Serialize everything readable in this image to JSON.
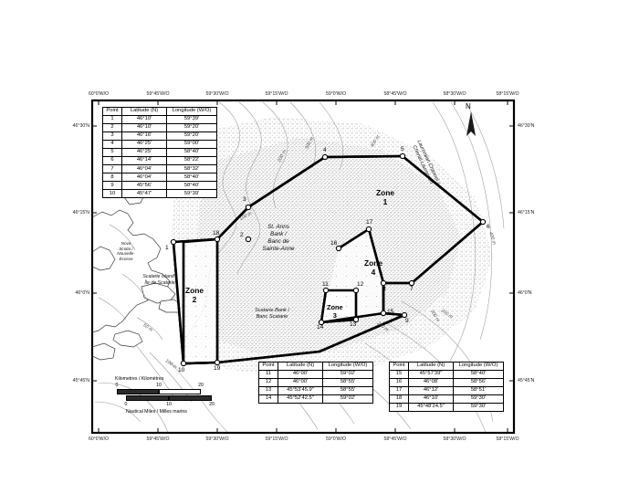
{
  "figure": {
    "title": "St. Anns Bank Marine Protected Area zone map",
    "north_arrow_label": "N"
  },
  "axes": {
    "top_labels": [
      "60°0'W/O",
      "59°45'W/O",
      "59°30'W/O",
      "59°15'W/O",
      "59°0'W/O",
      "58°45'W/O",
      "58°30'W/O",
      "58°15'W/O"
    ],
    "bottom_labels": [
      "60°0'W/O",
      "59°45'W/O",
      "59°30'W/O",
      "59°15'W/O",
      "59°0'W/O",
      "58°45'W/O",
      "58°30'W/O",
      "58°15'W/O"
    ],
    "left_labels": [
      "46°30'N",
      "46°15'N",
      "46°0'N",
      "45°45'N"
    ],
    "right_labels": [
      "46°30'N",
      "46°15'N",
      "46°0'N",
      "45°45'N"
    ]
  },
  "place_names": [
    {
      "name": "nova-scotia",
      "text": "Nova\nScotia /\nNouvelle-\nÉcosse"
    },
    {
      "name": "scatarie-island",
      "text": "Scatarie Island /\nÎle de Scatarie"
    },
    {
      "name": "st-anns-bank",
      "text": "St. Anns\nBank /\nBanc de\nSainte-Anne"
    },
    {
      "name": "scatarie-bank",
      "text": "Scatarie Bank /\nBanc Scatarie"
    },
    {
      "name": "laurentian-channel",
      "text": "Laurentian Channel /\nChenal Laurentien"
    }
  ],
  "zones": [
    {
      "name": "zone-1",
      "label": "Zone",
      "number": "1"
    },
    {
      "name": "zone-2",
      "label": "Zone",
      "number": "2"
    },
    {
      "name": "zone-3",
      "label": "Zone",
      "number": "3"
    },
    {
      "name": "zone-4",
      "label": "Zone",
      "number": "4"
    }
  ],
  "point_labels": [
    "1",
    "2",
    "3",
    "4",
    "5",
    "6",
    "7",
    "8",
    "9",
    "10",
    "11",
    "12",
    "13",
    "14",
    "15",
    "16",
    "17",
    "18",
    "19"
  ],
  "contours": [
    {
      "name": "contour-100m-a",
      "text": "100 m"
    },
    {
      "name": "contour-200m-a",
      "text": "200 m"
    },
    {
      "name": "contour-300m-a",
      "text": "300 m"
    },
    {
      "name": "contour-400m-a",
      "text": "400 m"
    },
    {
      "name": "contour-200m-b",
      "text": "200 m"
    },
    {
      "name": "contour-300m-b",
      "text": "300 m"
    },
    {
      "name": "contour-400m-b",
      "text": "400 m"
    },
    {
      "name": "contour-100m-b",
      "text": "100 m"
    },
    {
      "name": "contour-200m-c",
      "text": "200 m"
    },
    {
      "name": "contour-100m-c",
      "text": "100 m"
    },
    {
      "name": "contour-50m",
      "text": "50 m"
    }
  ],
  "tables": {
    "headers": [
      "Point",
      "Latitude (N)",
      "Longitude (W/O)"
    ],
    "main": [
      [
        "1",
        "46°10'",
        "59°39'"
      ],
      [
        "2",
        "46°10'",
        "59°20'"
      ],
      [
        "3",
        "46°16'",
        "59°20'"
      ],
      [
        "4",
        "46°25'",
        "59°00'"
      ],
      [
        "5",
        "46°25'",
        "58°40'"
      ],
      [
        "6",
        "46°14'",
        "58°22'"
      ],
      [
        "7",
        "46°04'",
        "58°32'"
      ],
      [
        "8",
        "46°04'",
        "58°40'"
      ],
      [
        "9",
        "45°56'",
        "58°40'"
      ],
      [
        "10",
        "45°47'",
        "59°39'"
      ]
    ],
    "secondary": [
      [
        "11",
        "46°00'",
        "59°02'"
      ],
      [
        "12",
        "46°00'",
        "58°55'"
      ],
      [
        "13",
        "45°53'45.9\"",
        "58°55'"
      ],
      [
        "14",
        "45°52'42.5\"",
        "59°02'"
      ]
    ],
    "tertiary": [
      [
        "15",
        "45°57'39\"",
        "58°40'"
      ],
      [
        "16",
        "46°08'",
        "58°56'"
      ],
      [
        "17",
        "46°12'",
        "58°51'"
      ],
      [
        "18",
        "46°10'",
        "59°30'"
      ],
      [
        "19",
        "45°48'24.5\"",
        "59°30'"
      ]
    ]
  },
  "scalebar": {
    "top_title": "Kilometres / Kilomètres",
    "bottom_title": "Nautical Miles / Milles marins",
    "km_ticks": [
      "0",
      "10",
      "20"
    ],
    "nm_ticks": [
      "0",
      "10",
      "20"
    ]
  },
  "colors": {
    "boundary": "#000000",
    "frame": "#000000",
    "coastline": "#3a3a3a",
    "contour": "#8a8a8a",
    "stipple": "#555555"
  }
}
